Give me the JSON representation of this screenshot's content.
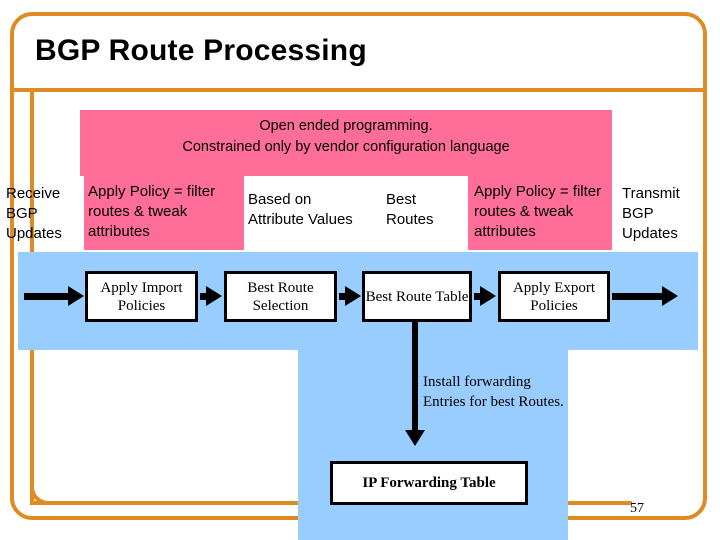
{
  "slide": {
    "title": "BGP Route Processing",
    "page_number": "57",
    "colors": {
      "frame": "#DD8B22",
      "policy_highlight": "#FF6D99",
      "pipeline_background": "#99CCFF",
      "box_border": "#000000",
      "box_fill": "#FFFFFF"
    }
  },
  "callout": {
    "line1": "Open ended programming.",
    "line2": "Constrained only by vendor configuration language"
  },
  "labels": {
    "receive_updates": "Receive BGP Updates",
    "apply_policy_import": "Apply Policy = filter routes & tweak attributes",
    "based_on_attribute_values": "Based on Attribute Values",
    "best_routes": "Best Routes",
    "apply_policy_export": "Apply Policy = filter routes & tweak attributes",
    "transmit_updates": "Transmit BGP Updates"
  },
  "pipeline": {
    "steps": [
      {
        "id": "apply-import-policies",
        "label": "Apply Import Policies"
      },
      {
        "id": "best-route-selection",
        "label": "Best Route Selection"
      },
      {
        "id": "best-route-table",
        "label": "Best Route Table"
      },
      {
        "id": "apply-export-policies",
        "label": "Apply Export Policies"
      }
    ]
  },
  "forwarding": {
    "note": "Install forwarding Entries for best Routes.",
    "table_label": "IP Forwarding Table"
  }
}
